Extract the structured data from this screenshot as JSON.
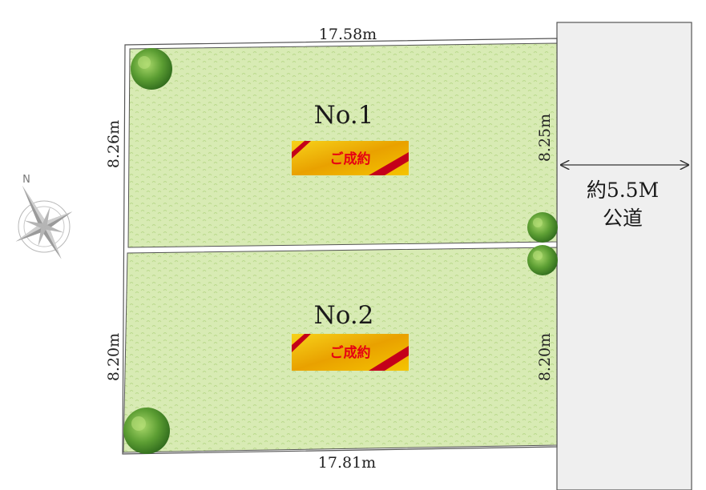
{
  "road": {
    "width_label": "約5.5M",
    "type_label": "公道",
    "fill_color": "#efefef"
  },
  "lots": [
    {
      "number": "No.1",
      "status": "ご成約",
      "left_side": "8.26m",
      "right_side": "8.25m"
    },
    {
      "number": "No.2",
      "status": "ご成約",
      "left_side": "8.20m",
      "right_side": "8.20m"
    }
  ],
  "dimensions": {
    "top": "17.58m",
    "bottom": "17.81m"
  },
  "compass": {
    "north_label": "N",
    "icon": "compass-rose-icon"
  },
  "colors": {
    "lot_fill": "#d9ecb6",
    "sold_text": "#e60012",
    "badge_gold": "#f0b400",
    "badge_ribbon": "#c4001a",
    "tree": "#4a8f2a"
  }
}
